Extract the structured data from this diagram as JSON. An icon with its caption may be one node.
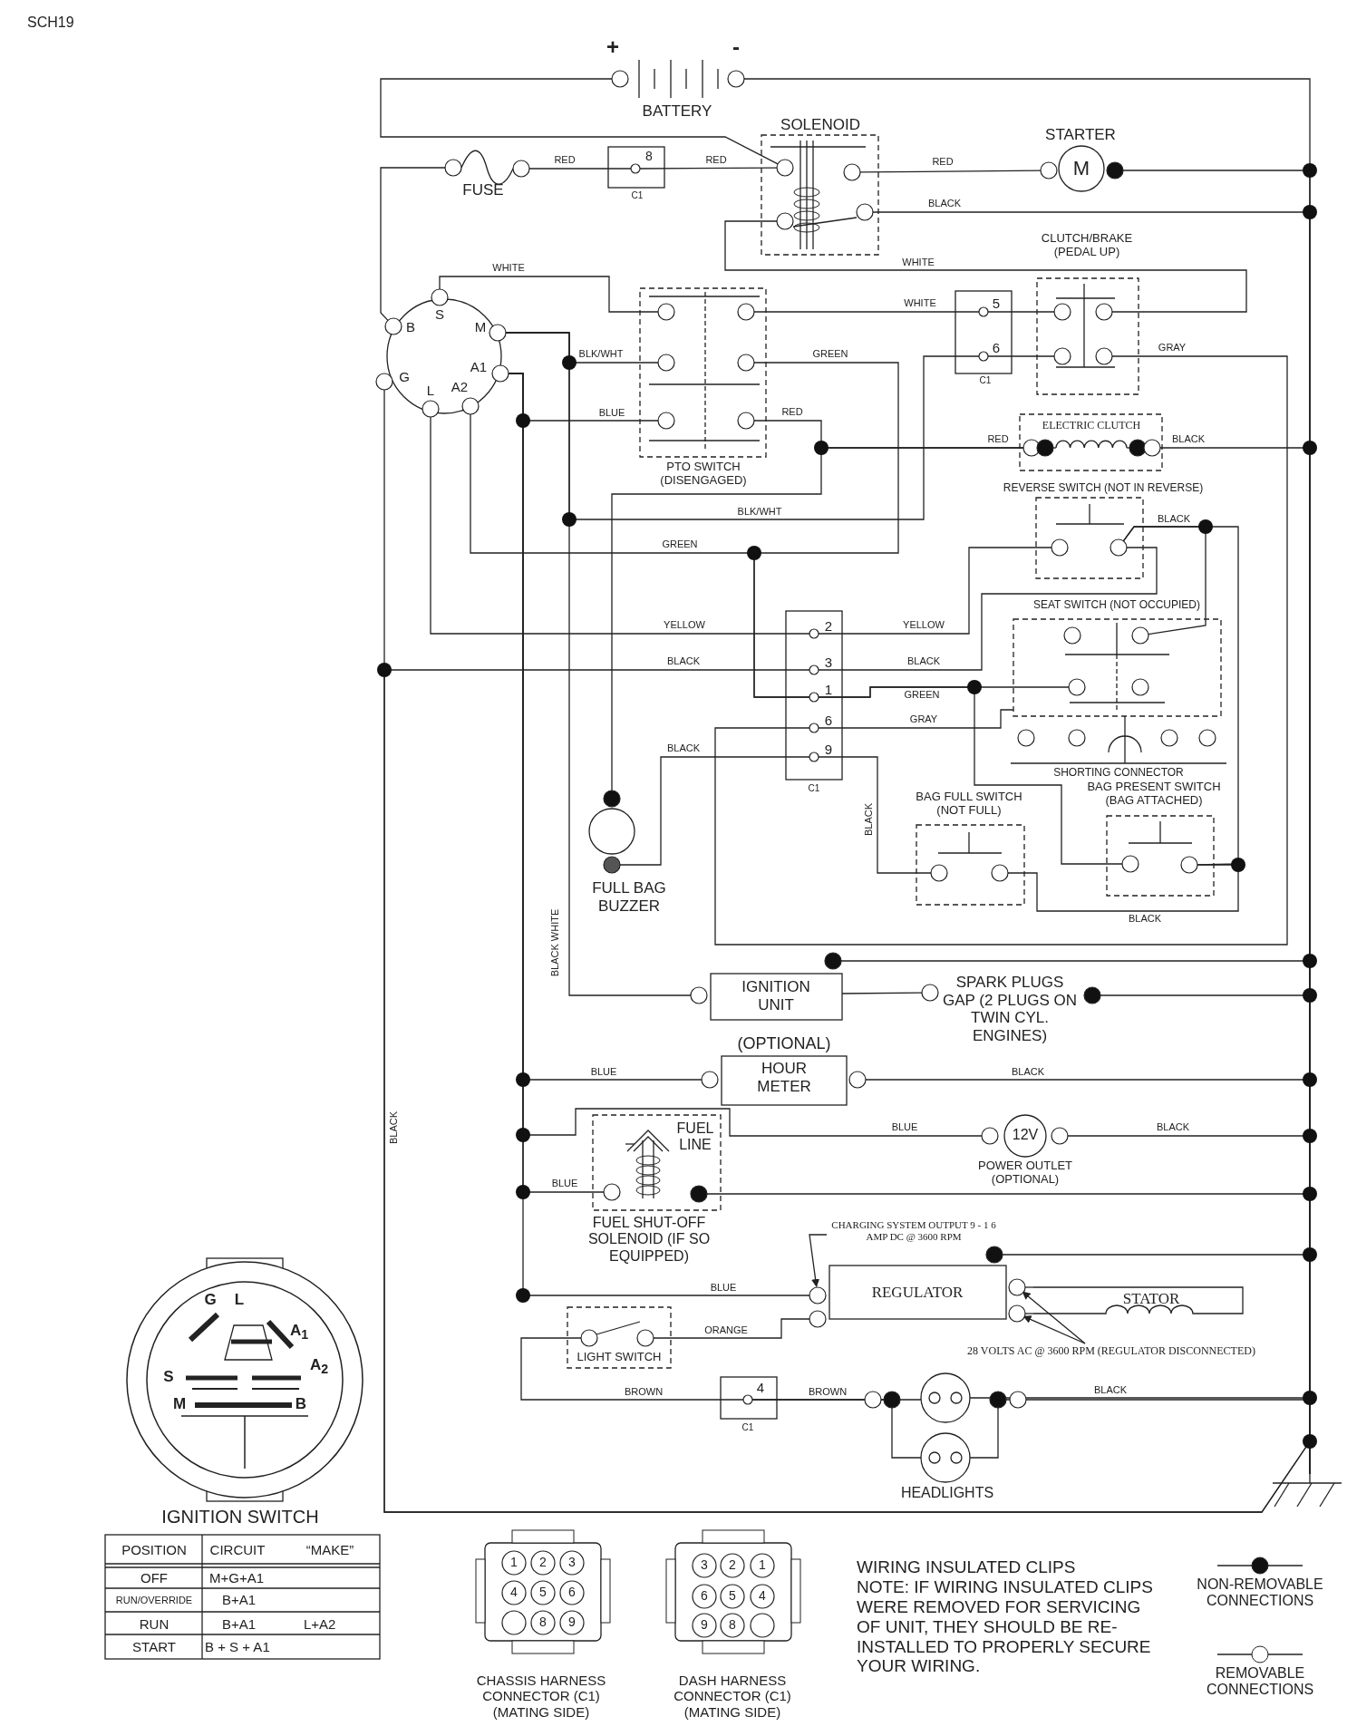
{
  "diagram": {
    "nodes": [
      {
        "text": [
          "BATTERY"
        ],
        "beside": [
          "+",
          "-"
        ]
      },
      {
        "text": [
          "SOLENOID"
        ]
      },
      {
        "text": [
          "STARTER",
          "M"
        ]
      },
      {
        "text": [
          "FUSE"
        ]
      },
      {
        "text": [
          "8",
          "C1"
        ]
      },
      {
        "text": [
          "S",
          "B",
          "M",
          "A1",
          "G",
          "L",
          "A2"
        ]
      },
      {
        "text": [
          "CLUTCH/BRAKE (PEDAL UP)"
        ]
      },
      {
        "text": [
          "PTO SWITCH (DISENGAGED)"
        ]
      },
      {
        "text": [
          "5",
          "6",
          "C1"
        ]
      },
      {
        "text": [
          "ELECTRIC CLUTCH"
        ]
      },
      {
        "text": [
          "REVERSE SWITCH (NOT IN REVERSE)"
        ]
      },
      {
        "text": [
          "SEAT SWITCH (NOT OCCUPIED)"
        ]
      },
      {
        "text": [
          "2",
          "3",
          "1",
          "6",
          "9",
          "C1"
        ]
      },
      {
        "text": [
          "SHORTING CONNECTOR"
        ]
      },
      {
        "text": [
          "BAG FULL SWITCH (NOT FULL)"
        ]
      },
      {
        "text": [
          "BAG PRESENT SWITCH (BAG ATTACHED)"
        ]
      },
      {
        "text": [
          "FULL BAG BUZZER"
        ]
      },
      {
        "text": [
          "IGNITION UNIT"
        ]
      },
      {
        "text": [
          "SPARK PLUGS GAP (2 PLUGS ON TWIN CYL. ENGINES)"
        ]
      },
      {
        "text": [
          "(OPTIONAL)",
          "HOUR METER"
        ]
      },
      {
        "text": [
          "FUEL LINE",
          "FUEL SHUT-OFF SOLENOID (IF SO EQUIPPED)"
        ]
      },
      {
        "text": [
          "12V"
        ],
        "beside": [
          "POWER OUTLET (OPTIONAL)"
        ]
      },
      {
        "text": [
          "CHARGING SYSTEM OUTPUT 9 - 1 6 AMP DC @ 3600 RPM"
        ]
      },
      {
        "text": [
          "REGULATOR"
        ]
      },
      {
        "text": [
          "STATOR"
        ]
      },
      {
        "text": [
          "LIGHT SWITCH"
        ]
      },
      {
        "text": [
          "28 VOLTS AC @ 3600 RPM (REGULATOR DISCONNECTED)"
        ]
      },
      {
        "text": [
          "4",
          "C1"
        ]
      },
      {
        "text": [],
        "shape": "circle"
      },
      {
        "text": [],
        "shape": "circle",
        "beside": [
          "HEADLIGHTS"
        ]
      },
      {
        "text": [],
        "shape": "ground"
      }
    ],
    "edges": [
      {
        "from": 0,
        "to": 30,
        "arrow": "none"
      },
      {
        "from": 0,
        "to": 1,
        "arrow": "none"
      },
      {
        "from": 3,
        "to": 4,
        "arrow": "none",
        "label": "RED"
      },
      {
        "from": 4,
        "to": 1,
        "arrow": "none",
        "label": "RED"
      },
      {
        "from": 1,
        "to": 2,
        "arrow": "none",
        "label": "RED"
      },
      {
        "from": 2,
        "to": 30,
        "arrow": "none"
      },
      {
        "from": 1,
        "to": 30,
        "arrow": "none",
        "label": "BLACK"
      },
      {
        "from": 1,
        "to": 6,
        "arrow": "none",
        "label": "WHITE"
      },
      {
        "from": 5,
        "to": 3,
        "arrow": "none"
      },
      {
        "from": 5,
        "to": 7,
        "arrow": "none",
        "label": "WHITE"
      },
      {
        "from": 7,
        "to": 8,
        "arrow": "none",
        "label": "WHITE"
      },
      {
        "from": 8,
        "to": 6,
        "arrow": "none"
      },
      {
        "from": 8,
        "to": 6,
        "arrow": "none"
      },
      {
        "from": 6,
        "to": 12,
        "arrow": "none",
        "label": "GRAY"
      },
      {
        "from": 5,
        "to": 7,
        "arrow": "none",
        "label": "BLK/WHT"
      },
      {
        "from": 5,
        "to": 8,
        "arrow": "none",
        "label": "BLK/WHT"
      },
      {
        "from": 5,
        "to": 7,
        "arrow": "none",
        "label": "BLUE"
      },
      {
        "from": 7,
        "to": 12,
        "arrow": "none",
        "label": "GREEN"
      },
      {
        "from": 5,
        "to": 12,
        "arrow": "none",
        "label": "GREEN"
      },
      {
        "from": 7,
        "to": 9,
        "arrow": "none",
        "label": "RED"
      },
      {
        "from": 9,
        "to": 30,
        "arrow": "none",
        "label": "BLACK"
      },
      {
        "from": 5,
        "to": 12,
        "arrow": "none",
        "label": "YELLOW"
      },
      {
        "from": 12,
        "to": 10,
        "arrow": "none",
        "label": "YELLOW"
      },
      {
        "from": 5,
        "to": 30,
        "arrow": "none",
        "label": "BLACK"
      },
      {
        "from": 12,
        "to": 30,
        "arrow": "none",
        "label": "BLACK"
      },
      {
        "from": 12,
        "to": 10,
        "arrow": "none",
        "label": "BLACK"
      },
      {
        "from": 12,
        "to": 11,
        "arrow": "none",
        "label": "GREEN"
      },
      {
        "from": 12,
        "to": 15,
        "arrow": "none"
      },
      {
        "from": 12,
        "to": 11,
        "arrow": "none",
        "label": "GRAY"
      },
      {
        "from": 12,
        "to": 16,
        "arrow": "none",
        "label": "BLACK"
      },
      {
        "from": 12,
        "to": 14,
        "arrow": "none",
        "label": "BLACK"
      },
      {
        "from": 16,
        "to": 9,
        "arrow": "none",
        "label": "RED"
      },
      {
        "from": 10,
        "to": 15,
        "arrow": "none",
        "label": "BLACK"
      },
      {
        "from": 11,
        "to": 10,
        "arrow": "none"
      },
      {
        "from": 11,
        "to": 13,
        "arrow": "none"
      },
      {
        "from": 14,
        "to": 15,
        "arrow": "none",
        "label": "BLACK"
      },
      {
        "from": 5,
        "to": 17,
        "arrow": "none",
        "label": "BLACK WHITE"
      },
      {
        "from": 17,
        "to": 18,
        "arrow": "none"
      },
      {
        "from": 17,
        "to": 30,
        "arrow": "none"
      },
      {
        "from": 18,
        "to": 30,
        "arrow": "none"
      },
      {
        "from": 5,
        "to": 19,
        "arrow": "none",
        "label": "BLUE"
      },
      {
        "from": 19,
        "to": 30,
        "arrow": "none",
        "label": "BLACK"
      },
      {
        "from": 5,
        "to": 21,
        "arrow": "none",
        "label": "BLUE"
      },
      {
        "from": 21,
        "to": 30,
        "arrow": "none",
        "label": "BLACK"
      },
      {
        "from": 5,
        "to": 20,
        "arrow": "none",
        "label": "BLUE"
      },
      {
        "from": 20,
        "to": 30,
        "arrow": "none"
      },
      {
        "from": 5,
        "to": 23,
        "arrow": "none",
        "label": "BLUE"
      },
      {
        "from": 23,
        "to": 30,
        "arrow": "none"
      },
      {
        "from": 23,
        "to": 24,
        "arrow": "none"
      },
      {
        "from": 23,
        "to": 24,
        "arrow": "none"
      },
      {
        "from": 25,
        "to": 23,
        "arrow": "none",
        "label": "ORANGE"
      },
      {
        "from": 25,
        "to": 27,
        "arrow": "none",
        "label": "BROWN"
      },
      {
        "from": 27,
        "to": 28,
        "arrow": "none",
        "label": "BROWN"
      },
      {
        "from": 27,
        "to": 29,
        "arrow": "none"
      },
      {
        "from": 28,
        "to": 30,
        "arrow": "none",
        "label": "BLACK"
      },
      {
        "from": 29,
        "to": 30,
        "arrow": "none"
      },
      {
        "from": 22,
        "to": 23,
        "arrow": "to"
      },
      {
        "from": 26,
        "to": 23,
        "arrow": "to"
      },
      {
        "from": 26,
        "to": 23,
        "arrow": "to"
      }
    ],
    "labels": [
      "SCH19",
      "G",
      "L",
      "A$_{1}$",
      "S",
      "A$_{2}$",
      "M",
      "B",
      "IGNITION SWITCH",
      "POSITION",
      "CIRCUIT",
      "“MAKE”",
      "OFF",
      "M+G+A1",
      "RUN/OVERRIDE",
      "B+A1",
      "RUN",
      "B+A1",
      "L+A2",
      "START",
      "B + S + A1",
      "1",
      "2",
      "3",
      "4",
      "5",
      "6",
      "8",
      "9",
      "CHASSIS HARNESS CONNECTOR (C1) (MATING SIDE)",
      "3",
      "2",
      "1",
      "6",
      "5",
      "4",
      "9",
      "8",
      "DASH HARNESS CONNECTOR (C1) (MATING SIDE)",
      "WIRING INSULATED CLIPS",
      "NOTE: IF WIRING INSULATED CLIPS WERE REMOVED FOR SERVICING OF UNIT, THEY SHOULD BE RE-INSTALLED TO PROPERLY SECURE YOUR WIRING."
    ],
    "legend": [
      {
        "text": "NON-REMOVABLE CONNECTIONS"
      },
      {
        "text": "REMOVABLE CONNECTIONS"
      }
    ]
  }
}
